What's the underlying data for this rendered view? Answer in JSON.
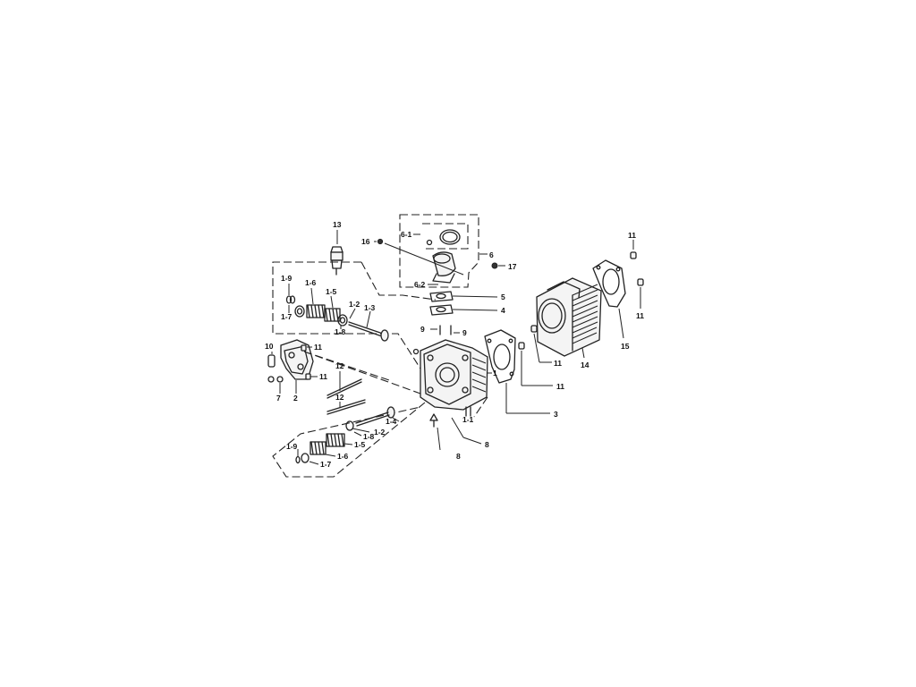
{
  "callouts": {
    "c13": "13",
    "c16": "16",
    "c6_1": "6-1",
    "c6": "6",
    "c17": "17",
    "c6_2": "6-2",
    "c5": "5",
    "c4": "4",
    "c11_tr": "11",
    "c11_tr2": "11",
    "c15": "15",
    "c1_9_top": "1-9",
    "c1_6_top": "1-6",
    "c1_5_top": "1-5",
    "c1_7_top": "1-7",
    "c1_2_top": "1-2",
    "c1_3_top": "1-3",
    "c1_8_top": "1-8",
    "c9_a": "9",
    "c9_b": "9",
    "c10": "10",
    "c11_a": "11",
    "c11_b": "11",
    "c2": "2",
    "c7": "7",
    "c12_a": "12",
    "c12_b": "12",
    "c1": "1",
    "c1_1": "1-1",
    "c11_c": "11",
    "c14": "14",
    "c11_d": "11",
    "c3": "3",
    "c1_4": "1-4",
    "c1_2_bot": "1-2",
    "c1_8_bot": "1-8",
    "c1_5_bot": "1-5",
    "c1_9_bot": "1-9",
    "c1_6_bot": "1-6",
    "c1_7_bot": "1-7",
    "c8_a": "8",
    "c8_b": "8"
  }
}
